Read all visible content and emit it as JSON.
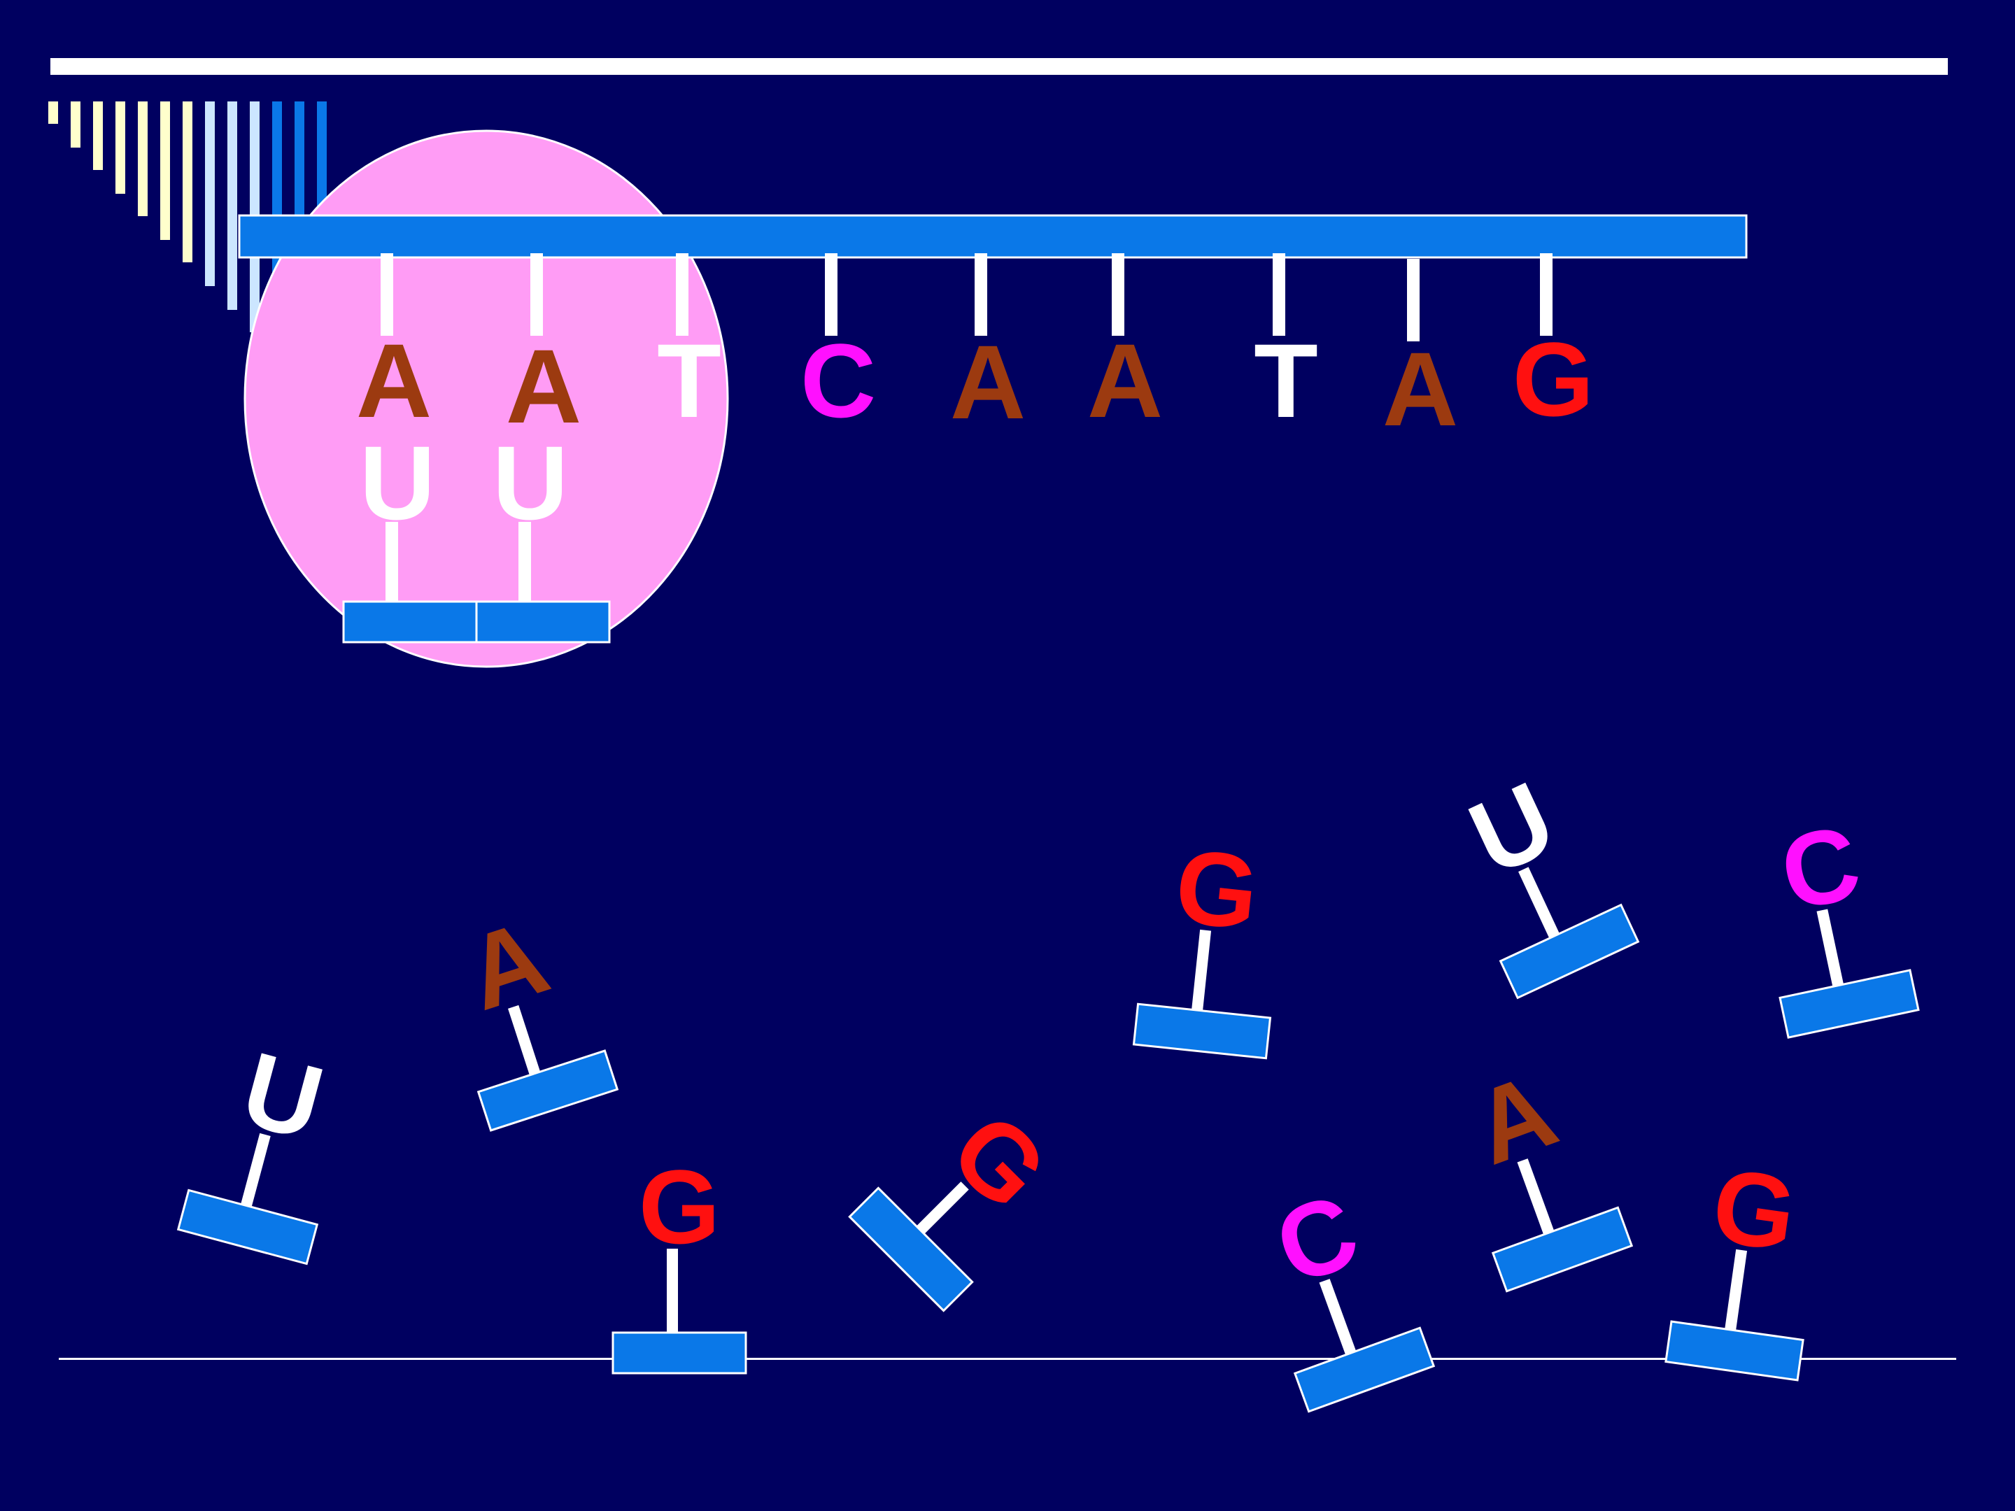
{
  "palette": {
    "background": "#000060",
    "backbone_blue": "#0a78e8",
    "ribosome_pink": "#ff9cf5",
    "connector_white": "#ffffff",
    "A": "#9c3a10",
    "T": "#ffffff",
    "U": "#ffffff",
    "C": "#ff10ff",
    "G": "#ff1010",
    "deco_bar_cream": "#ffffcc",
    "deco_bar_lightblue": "#cce6ff"
  },
  "template_strand": {
    "bases": [
      "A",
      "A",
      "T",
      "C",
      "A",
      "A",
      "T",
      "A",
      "G"
    ]
  },
  "paired_rna": {
    "bases": [
      "U",
      "U"
    ]
  },
  "free_nucleotides": [
    "A",
    "G",
    "U",
    "C",
    "U",
    "G",
    "G",
    "C",
    "A",
    "G"
  ]
}
